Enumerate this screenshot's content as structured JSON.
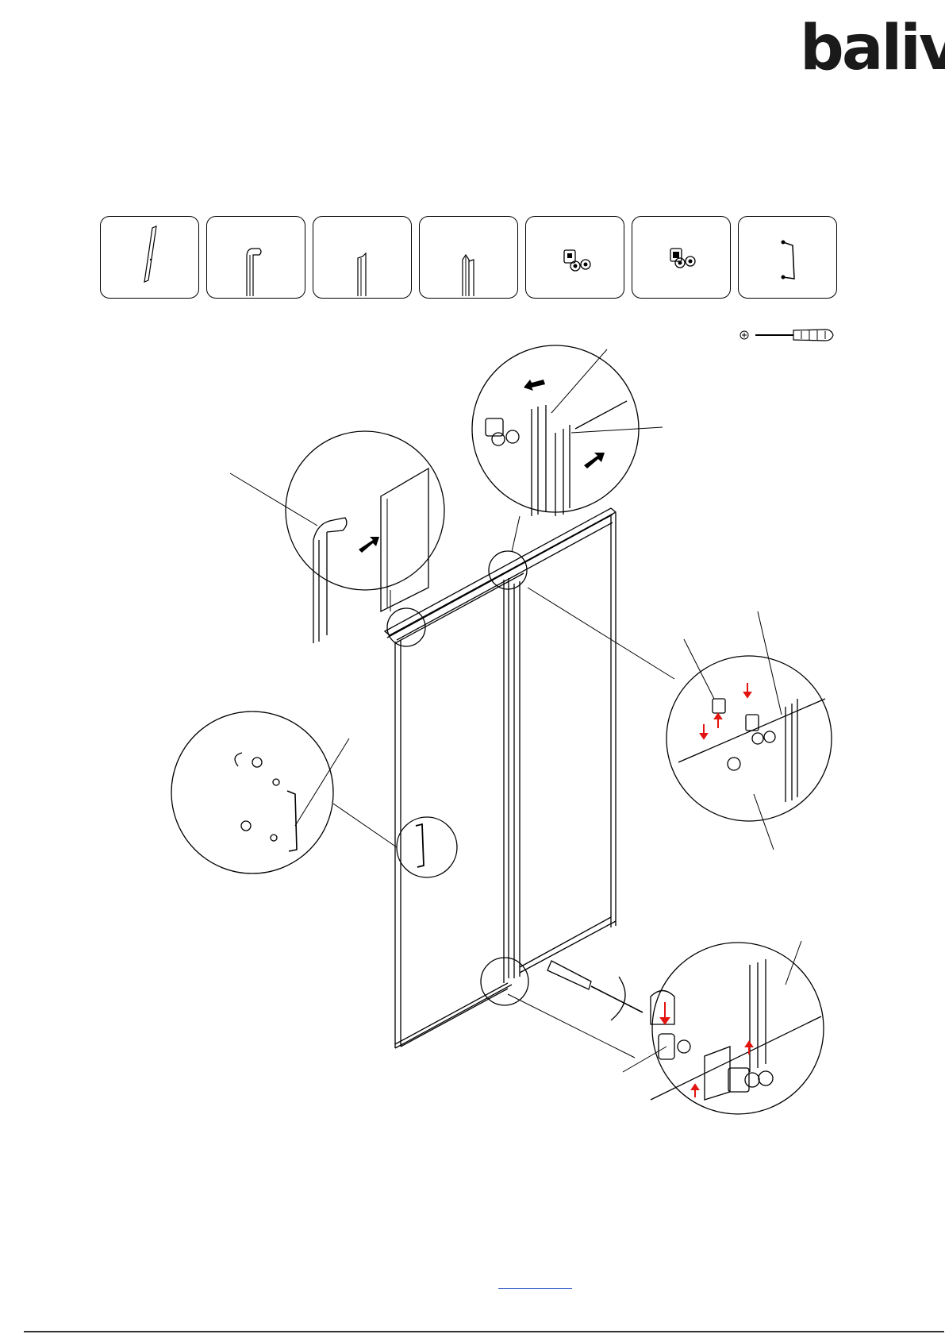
{
  "brand": {
    "logo_text": "baliv"
  },
  "parts": [
    {
      "id": "glass-door-panel"
    },
    {
      "id": "wall-profile-c"
    },
    {
      "id": "wall-profile-narrow"
    },
    {
      "id": "wall-profile-u"
    },
    {
      "id": "roller-top"
    },
    {
      "id": "roller-bottom"
    },
    {
      "id": "door-handle"
    }
  ],
  "tools": [
    {
      "id": "screwdriver"
    }
  ],
  "footer": {
    "link_text": ""
  },
  "colors": {
    "line": "#000000",
    "arrow_red": "#e3140f",
    "link": "#2a56c6"
  }
}
